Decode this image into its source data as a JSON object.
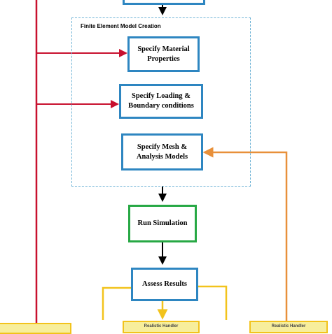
{
  "group": {
    "title": "Finite Element  Model Creation"
  },
  "nodes": {
    "material": "Specify Material Properties",
    "loading": "Specify Loading & Boundary conditions",
    "mesh": "Specify Mesh & Analysis Models",
    "run": "Run Simulation",
    "assess": "Assess Results"
  },
  "bottom_boxes": {
    "center": "Realistic Handler",
    "right": "Realistic Handler"
  },
  "colors": {
    "blue_border": "#2e86c1",
    "green_border": "#27a844",
    "red_line": "#c8102e",
    "orange_line": "#e8903a",
    "yellow_line": "#f2c31c",
    "dashed_group": "#6fb3d6"
  }
}
